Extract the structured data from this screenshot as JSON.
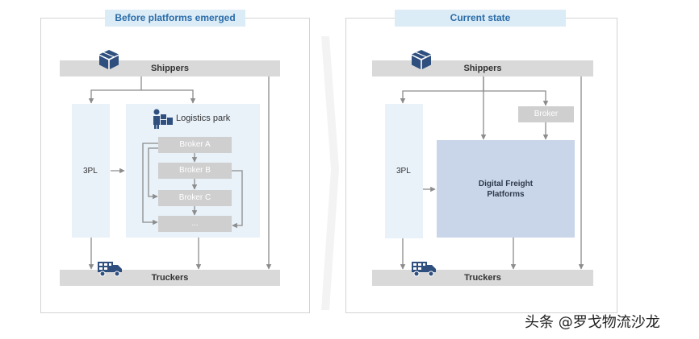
{
  "left": {
    "title": "Before platforms emerged",
    "shippers": "Shippers",
    "truckers": "Truckers",
    "third_party": "3PL",
    "logistics_park": "Logistics park",
    "brokers": [
      "Broker A",
      "Broker B",
      "Broker C",
      "..."
    ]
  },
  "right": {
    "title": "Current state",
    "shippers": "Shippers",
    "truckers": "Truckers",
    "third_party": "3PL",
    "broker": "Broker",
    "platform_line1": "Digital Freight",
    "platform_line2": "Platforms"
  },
  "watermark": "头条 @罗戈物流沙龙",
  "colors": {
    "title_bg": "#dcecf7",
    "title_text": "#2b6ca8",
    "bar": "#d9d9d9",
    "light_box": "#e9f1f9",
    "platform_box": "#c9d5e9",
    "icon": "#2f4f7f",
    "arrow": "#8c8c8c"
  },
  "icons": [
    "box-icon",
    "truck-icon",
    "people-icon"
  ]
}
